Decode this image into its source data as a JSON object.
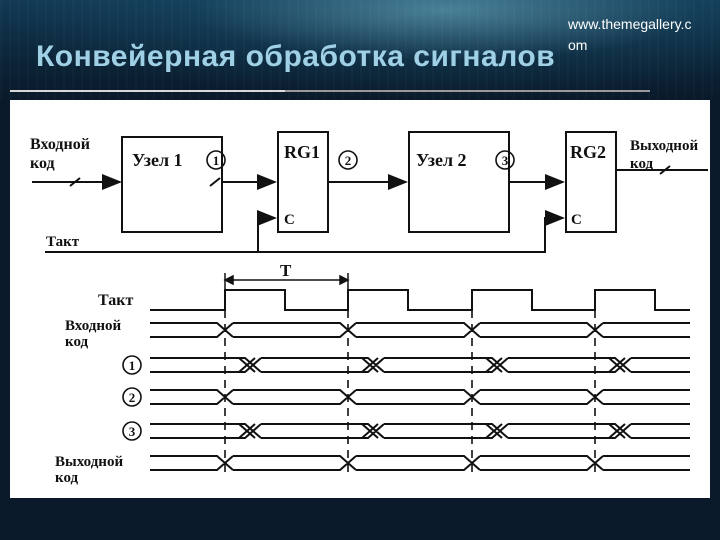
{
  "header": {
    "title": "Конвейерная обработка сигналов",
    "website": "www.themegallery.com"
  },
  "colors": {
    "title": "#9fd0e6",
    "background": "#0a1a2a",
    "panel": "#ffffff",
    "ink": "#111111"
  },
  "diagram": {
    "blocks": {
      "node1": "Узел 1",
      "rg1": "RG1",
      "node2": "Узел 2",
      "rg2": "RG2",
      "clock_pin": "C"
    },
    "labels": {
      "input_line1": "Входной",
      "input_line2": "код",
      "output_line1": "Выходной",
      "output_line2": "код",
      "clock": "Такт",
      "period": "T"
    },
    "markers": [
      "1",
      "2",
      "3"
    ]
  },
  "timing": {
    "labels": {
      "clock": "Такт",
      "input_line1": "Входной",
      "input_line2": "код",
      "output_line1": "Выходной",
      "output_line2": "код"
    },
    "markers": [
      "1",
      "2",
      "3"
    ]
  }
}
